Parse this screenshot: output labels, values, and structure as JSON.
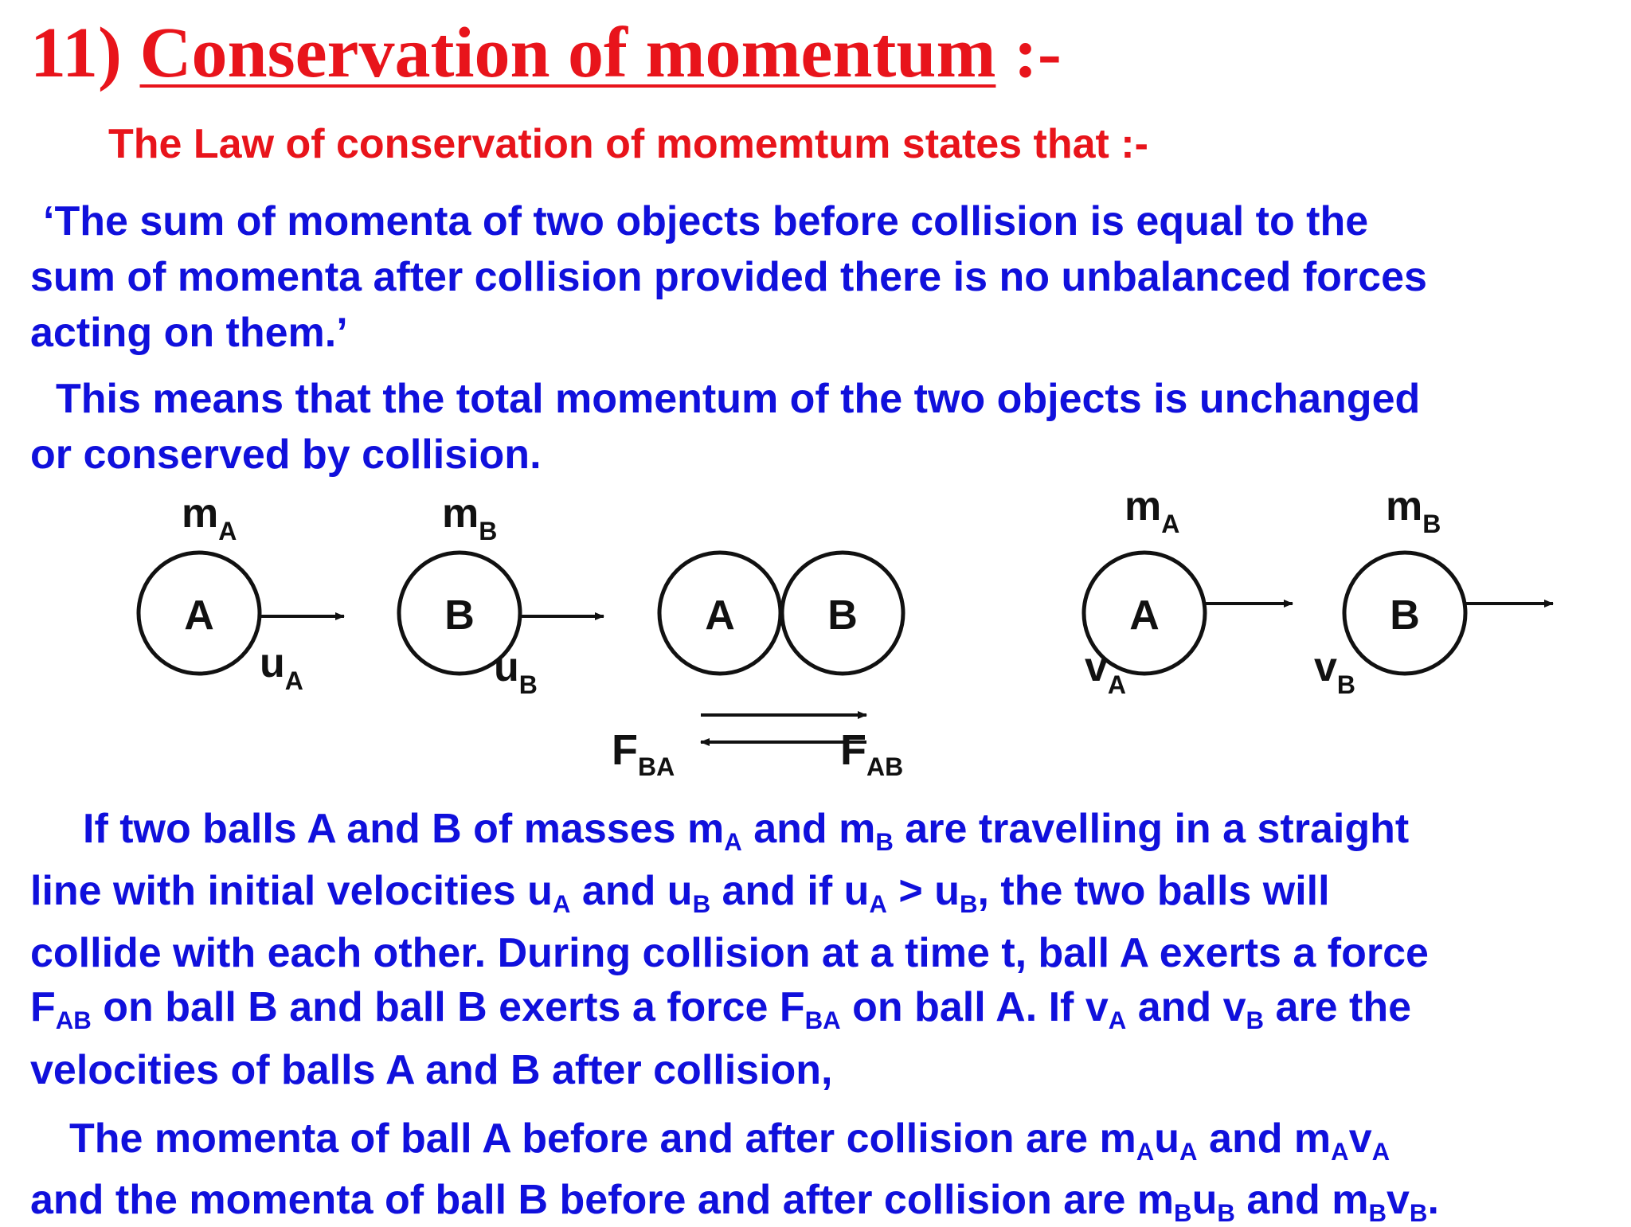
{
  "title": {
    "number": "11)",
    "text": "Conservation of momentum",
    "suffix": ":-"
  },
  "law_intro": "The Law of conservation of momemtum states that :-",
  "statement": [
    "‘The sum of momenta of two objects before collision is equal to the",
    "sum of momenta after collision provided there is no unbalanced forces",
    "acting on them.’"
  ],
  "meaning": [
    "This means that the total momentum of the two objects is unchanged",
    "or conserved by collision."
  ],
  "diagram": {
    "mass_a": "m",
    "mass_a_sub": "A",
    "mass_b": "m",
    "mass_b_sub": "B",
    "ball_a": "A",
    "ball_b": "B",
    "u_a": "u",
    "u_a_sub": "A",
    "u_b": "u",
    "u_b_sub": "B",
    "v_a": "v",
    "v_a_sub": "A",
    "v_b": "v",
    "v_b_sub": "B",
    "f_ba": "F",
    "f_ba_sub": "BA",
    "f_ab": "F",
    "f_ab_sub": "AB"
  },
  "para1": {
    "l1": [
      "If two balls A and B of masses m",
      "A",
      " and m",
      "B",
      " are travelling in a straight"
    ],
    "l2": [
      "line with initial velocities u",
      "A",
      " and u",
      "B",
      " and if u",
      "A",
      " > u",
      "B",
      ", the two balls will"
    ],
    "l3": "collide with each other. During collision at a time t, ball A exerts a force",
    "l4": [
      "F",
      "AB",
      " on ball B and ball B exerts a force F",
      "BA",
      " on ball A. If v",
      "A",
      " and v",
      "B",
      " are the"
    ],
    "l5": "velocities of balls A and B after collision,"
  },
  "para2": {
    "l1": [
      "The momenta of ball A before and after collision are   m",
      "A",
      "u",
      "A",
      " and m",
      "A",
      "v",
      "A"
    ],
    "l2": [
      "and the momenta of ball B before and after collision are m",
      "B",
      "u",
      "B",
      " and m",
      "B",
      "v",
      "B",
      "."
    ]
  },
  "colors": {
    "title": "#e8141b",
    "body": "#1010dc",
    "diagram": "#111111"
  }
}
